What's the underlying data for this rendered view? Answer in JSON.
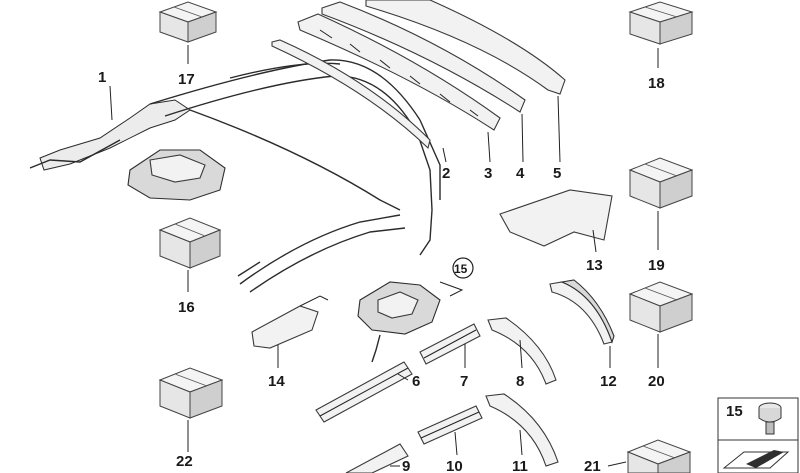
{
  "callouts": {
    "c1": "1",
    "c2": "2",
    "c3": "3",
    "c4": "4",
    "c5": "5",
    "c6": "6",
    "c7": "7",
    "c8": "8",
    "c9": "9",
    "c10": "10",
    "c11": "11",
    "c12": "12",
    "c13": "13",
    "c14": "14",
    "c15": "15",
    "c16": "16",
    "c17": "17",
    "c18": "18",
    "c19": "19",
    "c20": "20",
    "c21": "21",
    "c22": "22"
  },
  "legend_box": {
    "label": "15",
    "icon": "bump-stop-icon"
  }
}
